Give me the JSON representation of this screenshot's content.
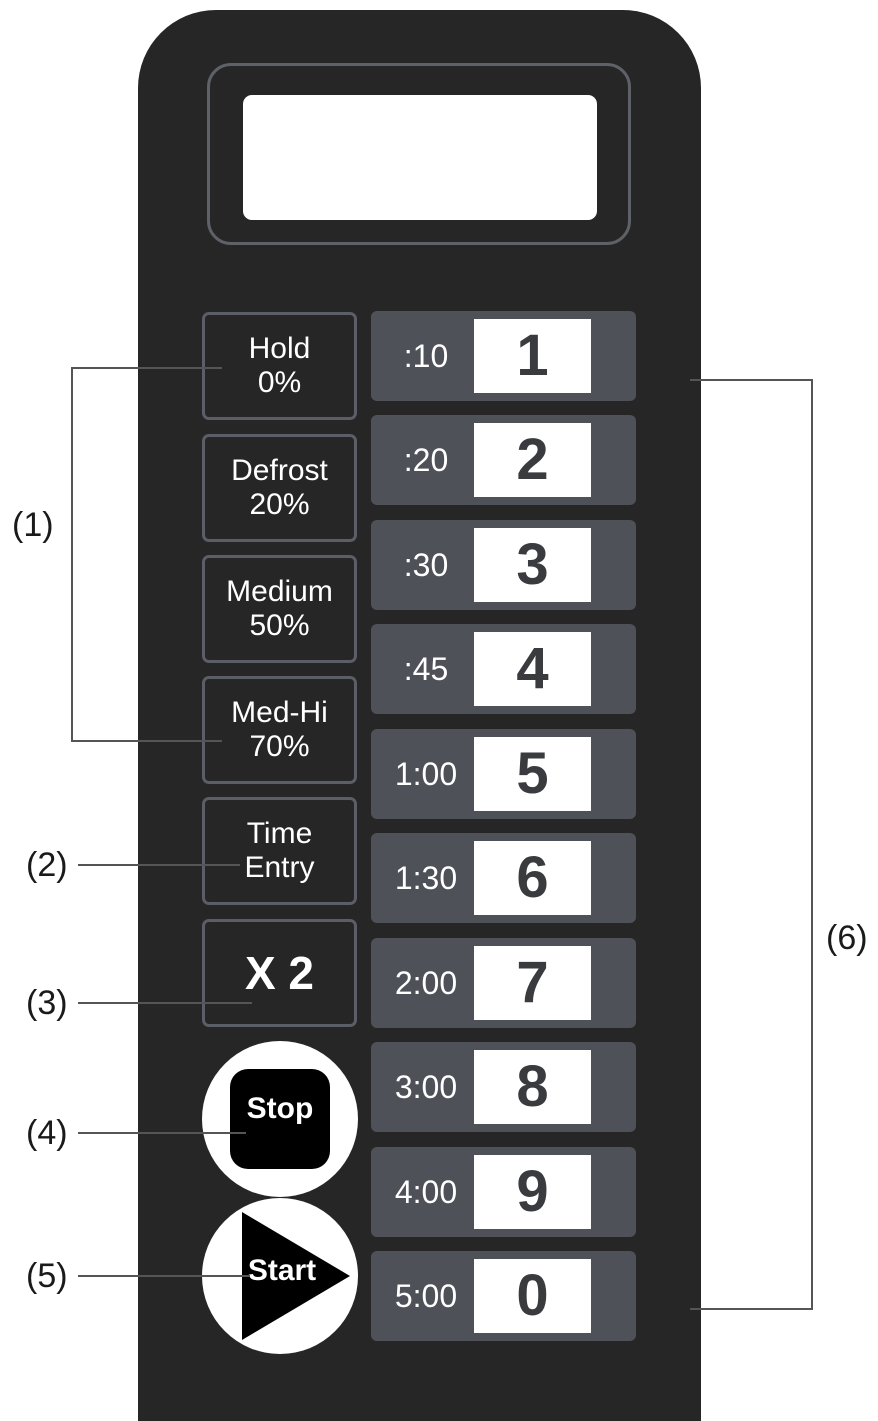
{
  "power_buttons": [
    {
      "name": "Hold",
      "level": "0%"
    },
    {
      "name": "Defrost",
      "level": "20%"
    },
    {
      "name": "Medium",
      "level": "50%"
    },
    {
      "name": "Med-Hi",
      "level": "70%"
    }
  ],
  "time_entry": {
    "line1": "Time",
    "line2": "Entry"
  },
  "x2_label": "X 2",
  "stop_label": "Stop",
  "start_label": "Start",
  "keys": [
    {
      "time": ":10",
      "digit": "1"
    },
    {
      "time": ":20",
      "digit": "2"
    },
    {
      "time": ":30",
      "digit": "3"
    },
    {
      "time": ":45",
      "digit": "4"
    },
    {
      "time": "1:00",
      "digit": "5"
    },
    {
      "time": "1:30",
      "digit": "6"
    },
    {
      "time": "2:00",
      "digit": "7"
    },
    {
      "time": "3:00",
      "digit": "8"
    },
    {
      "time": "4:00",
      "digit": "9"
    },
    {
      "time": "5:00",
      "digit": "0"
    }
  ],
  "callouts": {
    "c1": "(1)",
    "c2": "(2)",
    "c3": "(3)",
    "c4": "(4)",
    "c5": "(5)",
    "c6": "(6)"
  },
  "colors": {
    "panel": "#262626",
    "key_background": "#4f5158",
    "button_border": "#5b5e66",
    "leader_line": "#555555"
  }
}
